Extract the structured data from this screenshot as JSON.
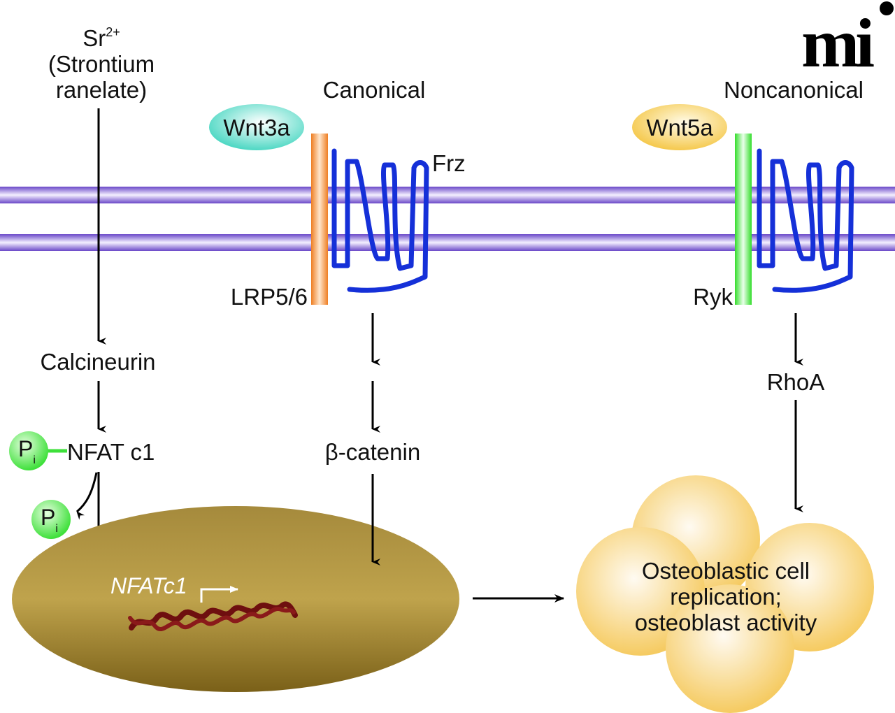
{
  "logo": {
    "text": "mi"
  },
  "columns": {
    "strontium": {
      "line1": "Sr",
      "superscript": "2+",
      "line2": "(Strontium",
      "line3": "ranelate)"
    },
    "canonical": {
      "title": "Canonical"
    },
    "noncanonical": {
      "title": "Noncanonical"
    }
  },
  "ligands": {
    "wnt3a": {
      "label": "Wnt3a",
      "color": "#4fd8c4"
    },
    "wnt5a": {
      "label": "Wnt5a",
      "color": "#f5c94e"
    }
  },
  "receptors": {
    "lrp": {
      "label": "LRP5/6",
      "color": "#f08a30"
    },
    "frz": {
      "label": "Frz",
      "color": "#1530d8"
    },
    "ryk": {
      "label": "Ryk",
      "color": "#3fe03a"
    }
  },
  "membrane": {
    "color": "#7a5bd0"
  },
  "pathway_nodes": {
    "calcineurin": "Calcineurin",
    "nfat": "NFAT c1",
    "beta_catenin": "β-catenin",
    "rhoa": "RhoA"
  },
  "phosphate": {
    "symbol": "P",
    "subscript": "i",
    "color": "#3ee03a"
  },
  "nucleus": {
    "gene_label": "NFATc1",
    "color": "#8a7020",
    "dna_color": "#6e0f0f"
  },
  "outcome": {
    "line1": "Osteoblastic cell",
    "line2": "replication;",
    "line3": "osteoblast activity",
    "color": "#f7c94a"
  }
}
